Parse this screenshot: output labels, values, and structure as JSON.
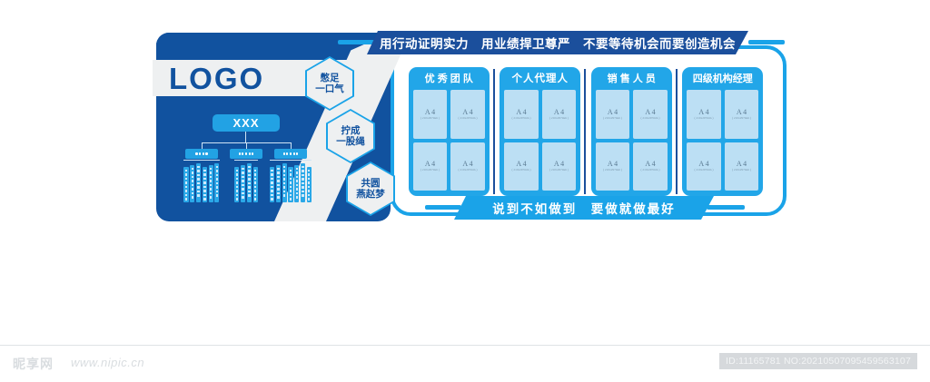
{
  "poster": {
    "logo_text": "LOGO",
    "banner_top": "用行动证明实力　用业绩捍卫尊严　不要等待机会而要创造机会",
    "banner_bottom": "说到不如做到　要做就做最好",
    "hexagons": [
      {
        "line1": "憋足",
        "line2": "一口气"
      },
      {
        "line1": "拧成",
        "line2": "一股绳"
      },
      {
        "line1": "共圆",
        "line2": "燕赵梦"
      }
    ],
    "org_chart": {
      "root_label": "XXX",
      "branches": [
        {
          "dots": 4,
          "leaves": 6
        },
        {
          "dots": 5,
          "leaves": 4
        },
        {
          "dots": 5,
          "leaves": 7
        }
      ]
    },
    "panels": [
      {
        "title": "优 秀 团 队",
        "cells": [
          {
            "label": "A 4",
            "sub": "( 210x297mm )"
          },
          {
            "label": "A 4",
            "sub": "( 210x297mm )"
          },
          {
            "label": "A 4",
            "sub": "( 210x297mm )"
          },
          {
            "label": "A 4",
            "sub": "( 210x297mm )"
          }
        ]
      },
      {
        "title": "个人代理人",
        "cells": [
          {
            "label": "A 4",
            "sub": "( 210x297mm )"
          },
          {
            "label": "A 4",
            "sub": "( 210x297mm )"
          },
          {
            "label": "A 4",
            "sub": "( 210x297mm )"
          },
          {
            "label": "A 4",
            "sub": "( 210x297mm )"
          }
        ]
      },
      {
        "title": "销 售 人 员",
        "cells": [
          {
            "label": "A 4",
            "sub": "( 210x297mm )"
          },
          {
            "label": "A 4",
            "sub": "( 210x297mm )"
          },
          {
            "label": "A 4",
            "sub": "( 210x297mm )"
          },
          {
            "label": "A 4",
            "sub": "( 210x297mm )"
          }
        ]
      },
      {
        "title": "四级机构经理",
        "cells": [
          {
            "label": "A 4",
            "sub": "( 210x297mm )"
          },
          {
            "label": "A 4",
            "sub": "( 210x297mm )"
          },
          {
            "label": "A 4",
            "sub": "( 210x297mm )"
          },
          {
            "label": "A 4",
            "sub": "( 210x297mm )"
          }
        ]
      }
    ],
    "colors": {
      "deep_blue": "#11529f",
      "navy_banner": "#1b4f9c",
      "bright_blue": "#22a6e8",
      "light_blue_cell": "#bcdff4",
      "panel_outline": "#1aa3e8",
      "backdrop_grey": "#eef0f1"
    }
  },
  "watermark": {
    "site_name": "昵享网",
    "site_url": "www.nipic.cn",
    "id_text": "ID:11165781 NO:20210507095459563107"
  }
}
